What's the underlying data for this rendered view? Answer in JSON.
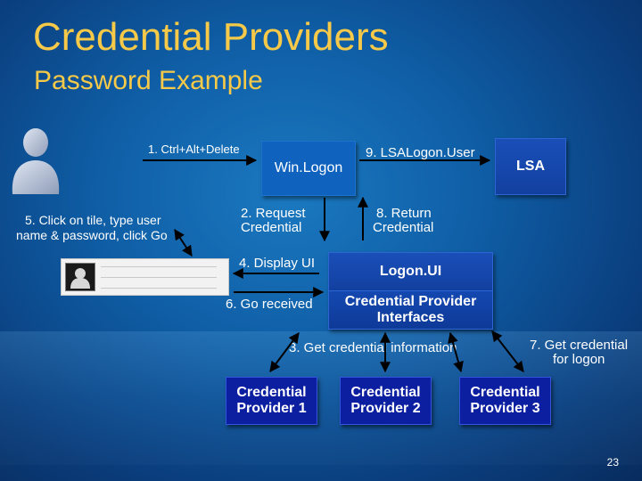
{
  "title": "Credential Providers",
  "subtitle": "Password Example",
  "labels": {
    "ctrl_alt_delete": "1. Ctrl+Alt+Delete",
    "click_tile_1": "5. Click on tile, type user",
    "click_tile_2": "name & password, click Go",
    "request_1": "2. Request",
    "request_2": "Credential",
    "display_ui": "4. Display UI",
    "go_received": "6. Go received",
    "lsalogon": "9. LSALogon.User",
    "return_1": "8. Return",
    "return_2": "Credential",
    "get_info": "3. Get credential information",
    "get_cred_1": "7. Get credential",
    "get_cred_2": "for logon"
  },
  "boxes": {
    "winlogon": "Win.Logon",
    "lsa": "LSA",
    "logonui": "Logon.UI",
    "cp_interfaces": "Credential Provider\nInterfaces"
  },
  "providers": [
    "Credential\nProvider 1",
    "Credential\nProvider 2",
    "Credential\nProvider 3"
  ],
  "page_number": "23",
  "colors": {
    "title": "#f7c948",
    "provider_box": "#0b1fa0",
    "component_box": "#1a4fb8"
  },
  "icons": [
    "user-icon",
    "tile-thumbnail-icon"
  ]
}
